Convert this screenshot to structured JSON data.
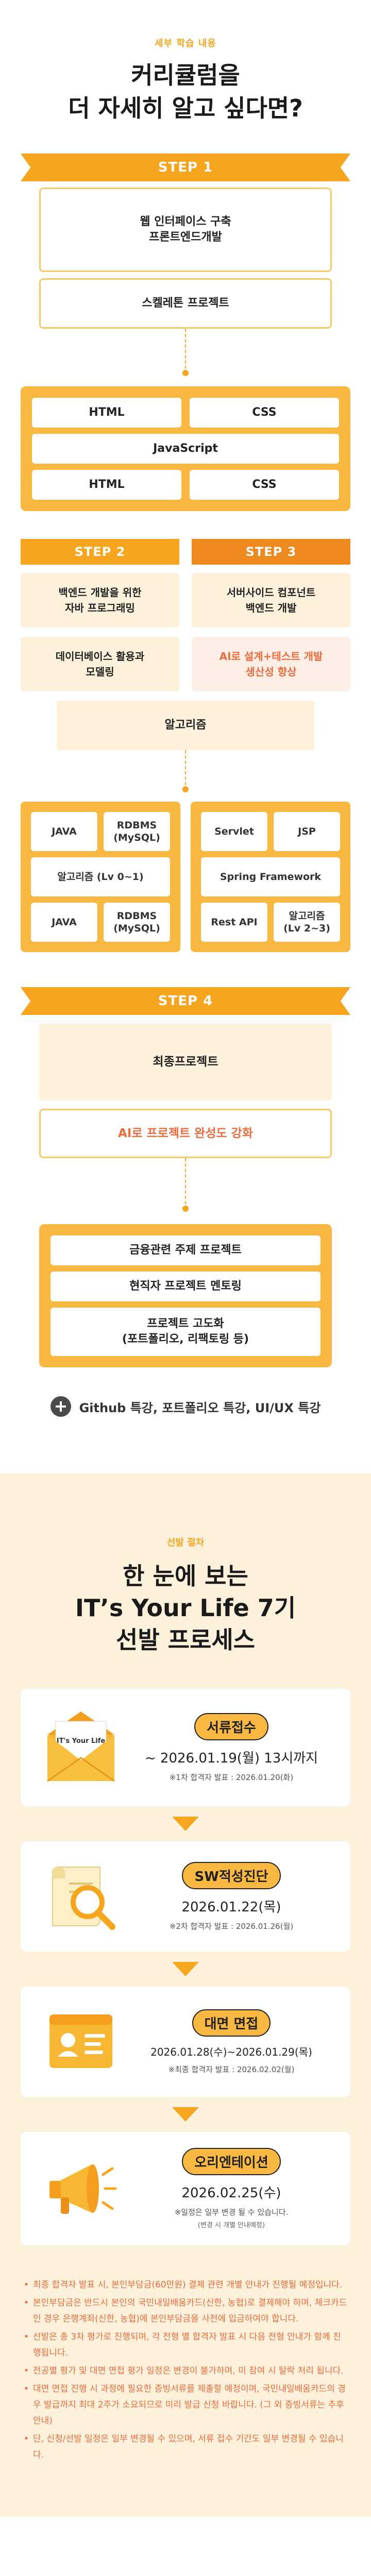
{
  "curriculum": {
    "eyebrow": "세부 학습 내용",
    "headline_line1": "커리큘럼을",
    "headline_line2": "더 자세히 알고 싶다면?",
    "step1": {
      "label": "STEP 1",
      "box1_line1": "웹 인터페이스 구축",
      "box1_line2": "프론트엔드개발",
      "box2": "스켈레톤 프로젝트",
      "panel": {
        "html1": "HTML",
        "css1": "CSS",
        "javascript": "JavaScript",
        "html2": "HTML",
        "css2": "CSS"
      }
    },
    "step2": {
      "label": "STEP 2",
      "box1_line1": "백엔드 개발을 위한",
      "box1_line2": "자바 프로그래밍",
      "box2_line1": "데이터베이스 활용과",
      "box2_line2": "모델링"
    },
    "step3": {
      "label": "STEP 3",
      "box1_line1": "서버사이드 컴포넌트",
      "box1_line2": "백엔드 개발",
      "box2_line1": "AI로 설계+테스트 개발",
      "box2_line2": "생산성 향상"
    },
    "algorithm": "알고리즘",
    "left_grid": {
      "java1": "JAVA",
      "rdbms1_line1": "RDBMS",
      "rdbms1_line2": "(MySQL)",
      "algo": "알고리즘 (Lv 0~1)",
      "java2": "JAVA",
      "rdbms2_line1": "RDBMS",
      "rdbms2_line2": "(MySQL)"
    },
    "right_grid": {
      "servlet": "Servlet",
      "jsp": "JSP",
      "spring": "Spring Framework",
      "restapi": "Rest API",
      "algo_line1": "알고리즘",
      "algo_line2": "(Lv 2~3)"
    },
    "step4": {
      "label": "STEP 4",
      "final": "최종프로젝트",
      "ai": "AI로 프로젝트 완성도 강화",
      "panel": {
        "item1": "금융관련 주제 프로젝트",
        "item2": "현직자 프로젝트 멘토링",
        "item3_line1": "프로젝트 고도화",
        "item3_line2": "(포트폴리오, 리팩토링 등)"
      }
    },
    "extra": "Github 특강, 포트폴리오 특강, UI/UX 특강"
  },
  "selection": {
    "eyebrow": "선발 절차",
    "headline_line1": "한 눈에 보는",
    "headline_line2": "IT’s Your Life 7기",
    "headline_line3": "선발 프로세스",
    "steps": [
      {
        "badge": "서류접수",
        "date": "~ 2026.01.19(월) 13시까지",
        "note": "※1차 합격자 발표 : 2026.01.20(화)",
        "note2": "",
        "envelope_text": "IT's Your Life"
      },
      {
        "badge": "SW적성진단",
        "date": "2026.01.22(목)",
        "note": "※2차 합격자 발표 : 2026.01.26(월)",
        "note2": ""
      },
      {
        "badge": "대면 면접",
        "date": "2026.01.28(수)~2026.01.29(목)",
        "note": "※최종 합격자 발표 : 2026.02.02(월)",
        "note2": ""
      },
      {
        "badge": "오리엔테이션",
        "date": "2026.02.25(수)",
        "note": "※일정은 일부 변경 될 수 있습니다.",
        "note2": "(변경 시 개별 안내예정)"
      }
    ],
    "notices": [
      "최종 합격자 발표 시, 본인부담금(60만원) 결제 관련 개별 안내가 진행될 예정입니다.",
      "본인부담금은 반드시 본인의 국민내일배움카드(신한, 농협)로 결제해야 하며, 체크카드인 경우 은행계좌(신한, 농협)에 본인부담금을 사전에 입금하여야 합니다.",
      "선발은 총 3차 평가로 진행되며, 각 전형 별 합격자 발표 시 다음 전형 안내가 함께 진행됩니다.",
      "전공별 평가 및 대면 면접 평가 일정은 변경이 불가하며, 미 참여 시 탈락 처리 됩니다.",
      "대면 면접 진행 시 과정에 필요한 증빙서류를 제출할 예정이며, 국민내일배움카드의 경우 발급까지 최대 2주가 소요되므로 미리 발급 신청 바랍니다. (그 외 증빙서류는 추후 안내)",
      "단, 신청/선발 일정은 일부 변경될 수 있으며, 서류 접수 기간도 일부 변경될 수 있습니다."
    ]
  },
  "colors": {
    "accent": "#f7a51f",
    "panel": "#f8b841",
    "cream": "#fdf1dc",
    "highlight": "#ef6b3b"
  }
}
